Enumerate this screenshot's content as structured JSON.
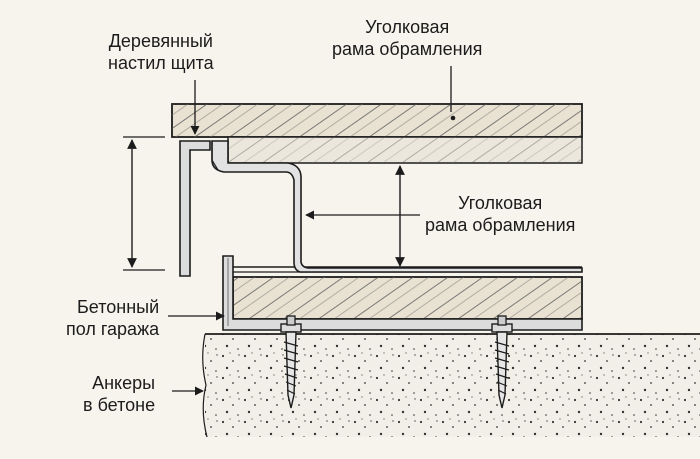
{
  "colors": {
    "background": "#f7f4ee",
    "ink": "#1c1c1c",
    "wood": "#e9e2d2",
    "concrete": "#f2efe8",
    "steel": "#dcdcdc"
  },
  "labels": {
    "wood_deck": [
      "Деревянный",
      "настил щита"
    ],
    "angle_frame_top": [
      "Уголковая",
      "рама обрамления"
    ],
    "angle_frame_right": [
      "Уголковая",
      "рама обрамления"
    ],
    "concrete_floor": [
      "Бетонный",
      "пол гаража"
    ],
    "anchors": [
      "Анкеры",
      "в бетоне"
    ]
  }
}
